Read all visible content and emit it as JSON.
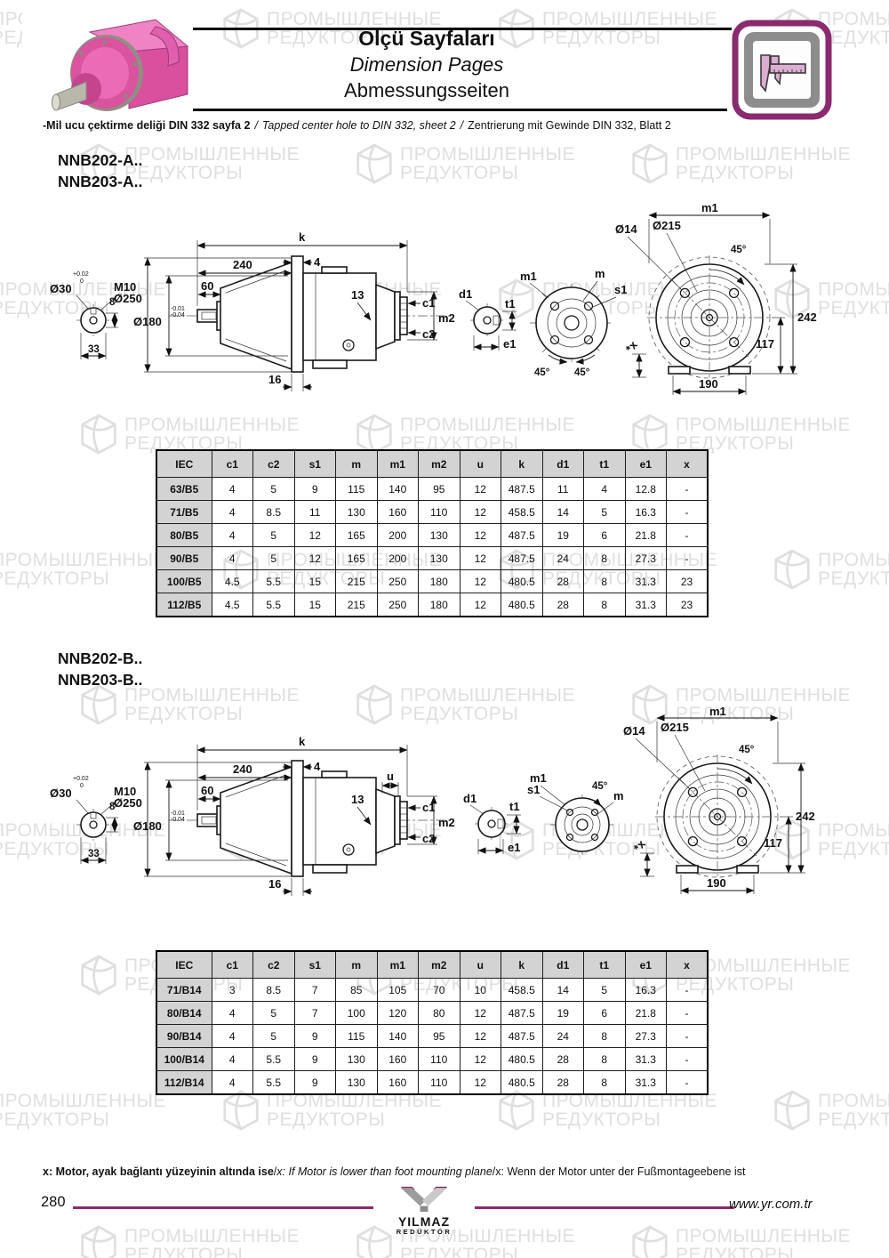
{
  "header": {
    "title_tr": "Ölçü Sayfaları",
    "title_en": "Dimension Pages",
    "title_de": "Abmessungsseiten"
  },
  "note": {
    "tr": "-Mil ucu çektirme deliği DIN 332 sayfa 2",
    "sep": "/",
    "en": "Tapped center hole to DIN 332, sheet 2",
    "de": "Zentrierung mit Gewinde DIN 332, Blatt 2"
  },
  "sections": {
    "a": {
      "title1": "NNB202-A..",
      "title2": "NNB203-A.."
    },
    "b": {
      "title1": "NNB202-B..",
      "title2": "NNB203-B.."
    }
  },
  "drawing_labels": {
    "k": "k",
    "dim240": "240",
    "dim4": "4",
    "dim60": "60",
    "dim13": "13",
    "dim16": "16",
    "d250": "Ø250",
    "d180": "Ø180",
    "tol180_top": "-0.01",
    "tol180_bot": "-0.04",
    "d30": "Ø30",
    "tol30_top": "+0.02",
    "tol30_bot": "0",
    "m10": "M10",
    "dim8": "8",
    "dim33": "33",
    "c1": "c1",
    "c2": "c2",
    "m2": "m2",
    "u": "u",
    "d1": "d1",
    "t1": "t1",
    "e1": "e1",
    "m1": "m1",
    "m": "m",
    "s1": "s1",
    "deg45": "45°",
    "d14": "Ø14",
    "d215": "Ø215",
    "dim242": "242",
    "dim117": "117",
    "dim190": "190",
    "x_star": "*x"
  },
  "tables": {
    "b5": {
      "columns": [
        "IEC",
        "c1",
        "c2",
        "s1",
        "m",
        "m1",
        "m2",
        "u",
        "k",
        "d1",
        "t1",
        "e1",
        "x"
      ],
      "rows": [
        [
          "63/B5",
          "4",
          "5",
          "9",
          "115",
          "140",
          "95",
          "12",
          "487.5",
          "11",
          "4",
          "12.8",
          "-"
        ],
        [
          "71/B5",
          "4",
          "8.5",
          "11",
          "130",
          "160",
          "110",
          "12",
          "458.5",
          "14",
          "5",
          "16.3",
          "-"
        ],
        [
          "80/B5",
          "4",
          "5",
          "12",
          "165",
          "200",
          "130",
          "12",
          "487.5",
          "19",
          "6",
          "21.8",
          "-"
        ],
        [
          "90/B5",
          "4",
          "5",
          "12",
          "165",
          "200",
          "130",
          "12",
          "487.5",
          "24",
          "8",
          "27.3",
          "-"
        ],
        [
          "100/B5",
          "4.5",
          "5.5",
          "15",
          "215",
          "250",
          "180",
          "12",
          "480.5",
          "28",
          "8",
          "31.3",
          "23"
        ],
        [
          "112/B5",
          "4.5",
          "5.5",
          "15",
          "215",
          "250",
          "180",
          "12",
          "480.5",
          "28",
          "8",
          "31.3",
          "23"
        ]
      ]
    },
    "b14": {
      "columns": [
        "IEC",
        "c1",
        "c2",
        "s1",
        "m",
        "m1",
        "m2",
        "u",
        "k",
        "d1",
        "t1",
        "e1",
        "x"
      ],
      "rows": [
        [
          "71/B14",
          "3",
          "8.5",
          "7",
          "85",
          "105",
          "70",
          "10",
          "458.5",
          "14",
          "5",
          "16.3",
          "-"
        ],
        [
          "80/B14",
          "4",
          "5",
          "7",
          "100",
          "120",
          "80",
          "12",
          "487.5",
          "19",
          "6",
          "21.8",
          "-"
        ],
        [
          "90/B14",
          "4",
          "5",
          "9",
          "115",
          "140",
          "95",
          "12",
          "487.5",
          "24",
          "8",
          "27.3",
          "-"
        ],
        [
          "100/B14",
          "4",
          "5.5",
          "9",
          "130",
          "160",
          "110",
          "12",
          "480.5",
          "28",
          "8",
          "31.3",
          "-"
        ],
        [
          "112/B14",
          "4",
          "5.5",
          "9",
          "130",
          "160",
          "110",
          "12",
          "480.5",
          "28",
          "8",
          "31.3",
          "-"
        ]
      ]
    }
  },
  "footnote": {
    "tr": "x: Motor, ayak bağlantı yüzeyinin altında ise",
    "sep": "/",
    "en": "x: If Motor is lower than foot mounting plane",
    "de": "x: Wenn der Motor unter der Fußmontageebene ist"
  },
  "footer": {
    "page": "280",
    "logo_line1": "YILMAZ",
    "logo_line2": "REDÜKTÖR",
    "url": "www.yr.com.tr"
  },
  "watermark": {
    "line1": "ПРОМЫШЛЕННЫЕ",
    "line2": "РЕДУКТОРЫ"
  },
  "colors": {
    "accent": "#8b2a6e",
    "table_header_bg": "#d3d3d3",
    "pink": "#e060ae"
  }
}
